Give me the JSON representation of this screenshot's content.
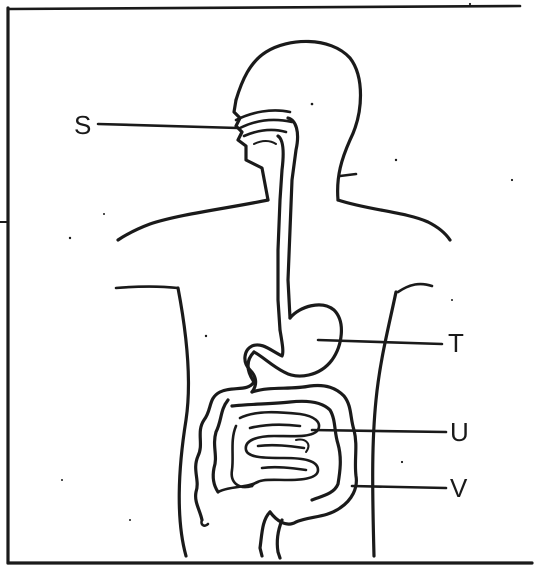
{
  "diagram": {
    "labels": {
      "s": "S",
      "t": "T",
      "u": "U",
      "v": "V"
    },
    "colors": {
      "ink": "#1a1a1a",
      "background": "#ffffff"
    }
  }
}
